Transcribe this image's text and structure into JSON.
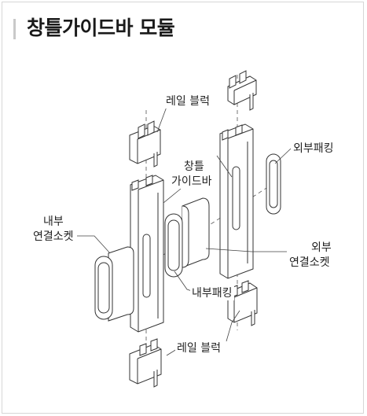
{
  "title": "창틀가이드바 모듈",
  "labels": {
    "rail_block_top": "레일 블럭",
    "frame_guide_bar_line1": "창틀",
    "frame_guide_bar_line2": "가이드바",
    "outer_packing": "외부패킹",
    "inner_socket_line1": "내부",
    "inner_socket_line2": "연결소켓",
    "outer_socket_line1": "외부",
    "outer_socket_line2": "연결소켓",
    "inner_packing": "내부패킹",
    "rail_block_bottom": "레일 블럭"
  }
}
